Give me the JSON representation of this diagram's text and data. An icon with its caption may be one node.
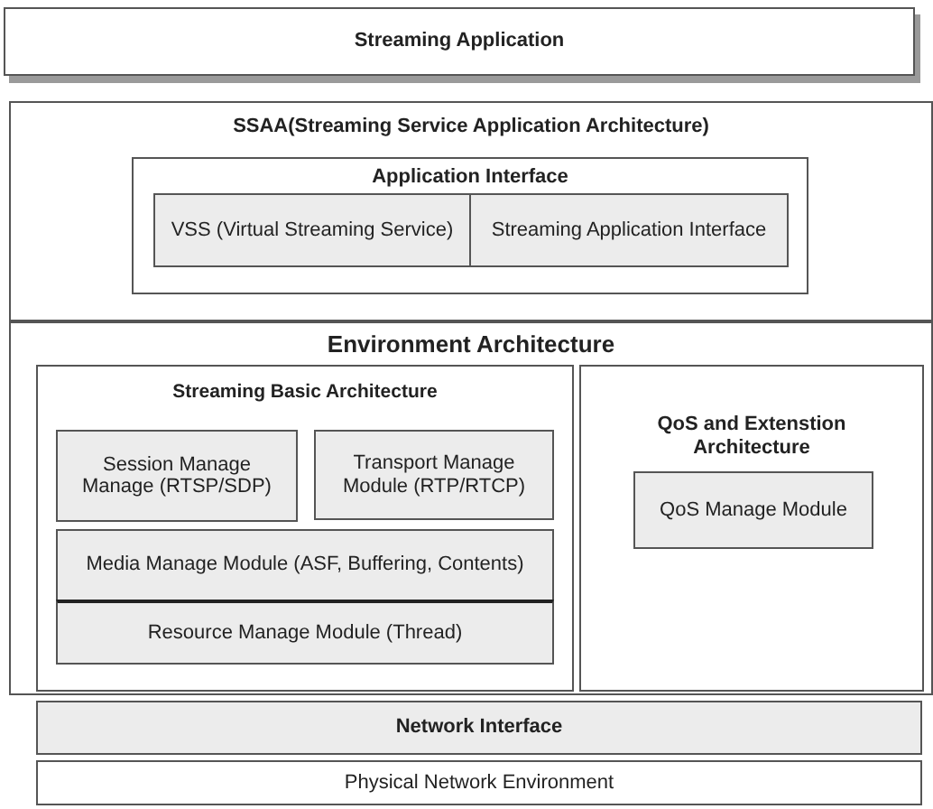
{
  "diagram": {
    "nodes": [
      {
        "text": [
          "Streaming Application"
        ]
      },
      {
        "text": [
          "SSAA(Streaming Service Application Architecture)"
        ]
      },
      {
        "text": [
          "Application Interface"
        ],
        "in": 1
      },
      {
        "text": [
          "VSS (Virtual Streaming Service)"
        ],
        "in": 2
      },
      {
        "text": [
          "Streaming Application Interface"
        ],
        "in": 2
      },
      {
        "text": [
          "Environment Architecture"
        ]
      },
      {
        "text": [
          "Streaming Basic Architecture"
        ],
        "in": 5
      },
      {
        "text": [
          "Session Manage Manage (RTSP/SDP)"
        ],
        "in": 6
      },
      {
        "text": [
          "Transport Manage Module (RTP/RTCP)"
        ],
        "in": 6
      },
      {
        "text": [
          "Media Manage Module (ASF, Buffering, Contents)"
        ],
        "in": 6
      },
      {
        "text": [
          "Resource Manage Module (Thread)"
        ],
        "in": 6
      },
      {
        "text": [
          "QoS and Extenstion Architecture"
        ],
        "in": 5
      },
      {
        "text": [
          "QoS Manage Module"
        ],
        "in": 11
      },
      {
        "text": [
          "Network Interface"
        ]
      },
      {
        "text": [
          "Physical Network Environment"
        ]
      }
    ]
  }
}
